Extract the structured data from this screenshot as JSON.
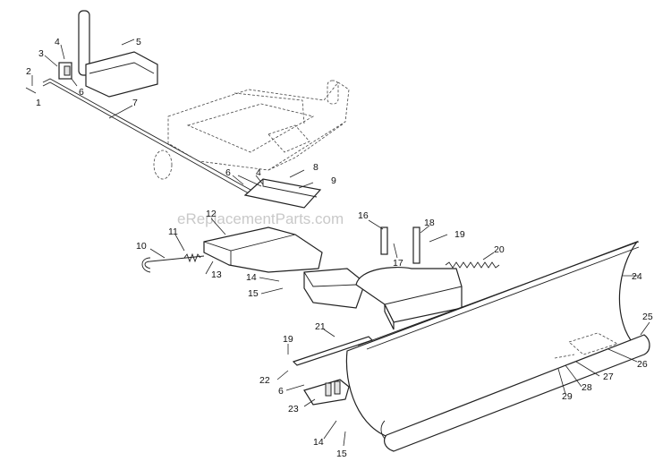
{
  "watermark": "eReplacementParts.com",
  "callouts": {
    "c1": "1",
    "c2": "2",
    "c3": "3",
    "c4a": "4",
    "c5": "5",
    "c6a": "6",
    "c7": "7",
    "c6b": "6",
    "c4b": "4",
    "c8": "8",
    "c9": "9",
    "c12": "12",
    "c11": "11",
    "c10": "10",
    "c13": "13",
    "c14a": "14",
    "c15a": "15",
    "c16": "16",
    "c17": "17",
    "c18": "18",
    "c19a": "19",
    "c20": "20",
    "c24": "24",
    "c21": "21",
    "c19b": "19",
    "c22": "22",
    "c6c": "6",
    "c23": "23",
    "c25": "25",
    "c26": "26",
    "c27": "27",
    "c28": "28",
    "c29": "29",
    "c14b": "14",
    "c15b": "15"
  }
}
